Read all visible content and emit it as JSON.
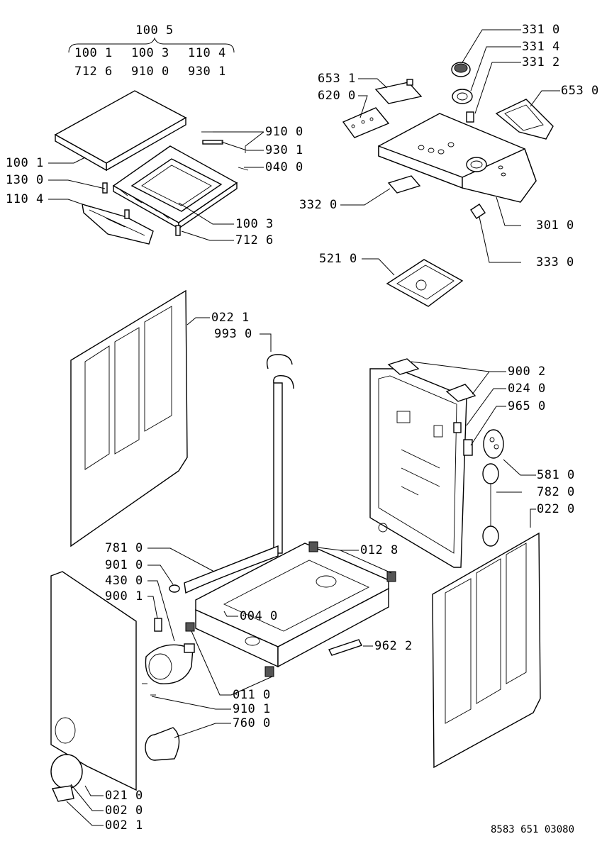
{
  "header_group": {
    "title": "100 5",
    "row1": [
      "100 1",
      "100 3",
      "110 4"
    ],
    "row2": [
      "712 6",
      "910 0",
      "930 1"
    ]
  },
  "labels": {
    "l3310": "331 0",
    "l3314": "331 4",
    "l3312": "331 2",
    "l6531": "653 1",
    "l6200": "620 0",
    "l6530": "653 0",
    "l9100": "910 0",
    "l9301": "930 1",
    "l0400": "040 0",
    "l1001": "100 1",
    "l1300": "130 0",
    "l1104": "110 4",
    "l1003": "100 3",
    "l7126": "712 6",
    "l3320": "332 0",
    "l3010": "301 0",
    "l3330": "333 0",
    "l5210": "521 0",
    "l0221": "022 1",
    "l9930": "993 0",
    "l9002": "900 2",
    "l0240": "024 0",
    "l9650": "965 0",
    "l5810": "581 0",
    "l7820": "782 0",
    "l0220": "022 0",
    "l7810": "781 0",
    "l9010": "901 0",
    "l4300": "430 0",
    "l9001": "900 1",
    "l0128": "012 8",
    "l0040": "004 0",
    "l9622": "962 2",
    "l0110": "011 0",
    "l9101": "910 1",
    "l7600": "760 0",
    "l0210": "021 0",
    "l0020": "002 0",
    "l0021": "002 1"
  },
  "doc_number": "8583 651 03080"
}
